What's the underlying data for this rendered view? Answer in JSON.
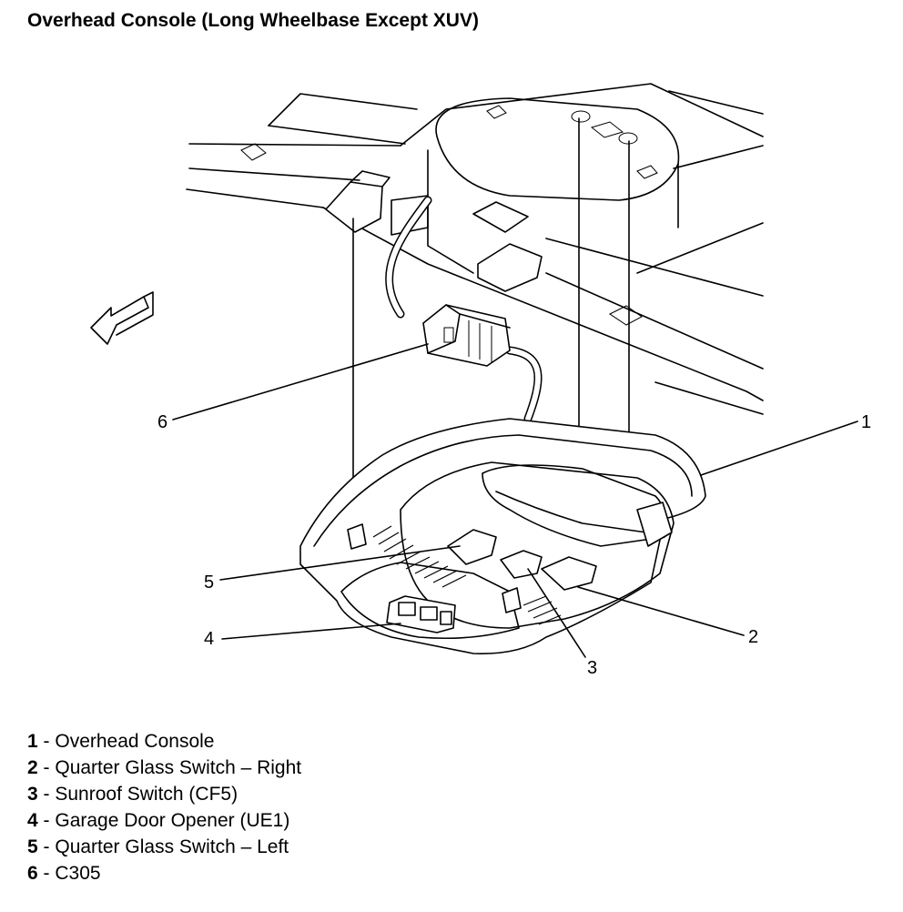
{
  "title": "Overhead Console (Long Wheelbase Except XUV)",
  "callouts": [
    {
      "num": "1"
    },
    {
      "num": "2"
    },
    {
      "num": "3"
    },
    {
      "num": "4"
    },
    {
      "num": "5"
    },
    {
      "num": "6"
    }
  ],
  "legend": [
    {
      "num": "1",
      "sep": " - ",
      "label": "Overhead Console"
    },
    {
      "num": "2",
      "sep": " - ",
      "label": "Quarter Glass Switch – Right"
    },
    {
      "num": "3",
      "sep": " - ",
      "label": "Sunroof Switch (CF5)"
    },
    {
      "num": "4",
      "sep": " - ",
      "label": "Garage Door Opener (UE1)"
    },
    {
      "num": "5",
      "sep": " - ",
      "label": "Quarter Glass Switch – Left"
    },
    {
      "num": "6",
      "sep": " - ",
      "label": "C305"
    }
  ]
}
